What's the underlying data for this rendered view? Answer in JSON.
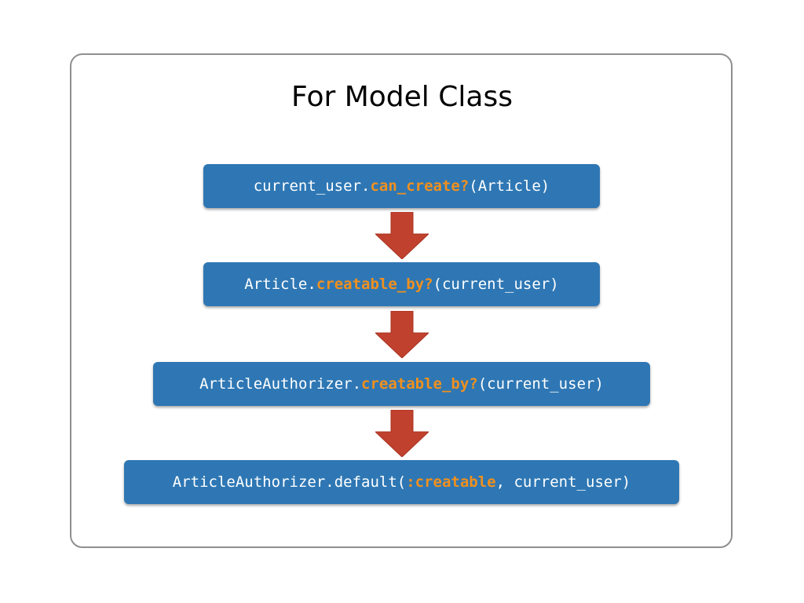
{
  "title": "For Model Class",
  "colors": {
    "box_fill": "#2e77b4",
    "highlight": "#f0901e",
    "arrow": "#c0412e"
  },
  "steps": [
    {
      "before": "current_user.",
      "highlight": "can_create?",
      "after": "(Article)"
    },
    {
      "before": "Article.",
      "highlight": "creatable_by?",
      "after": "(current_user)"
    },
    {
      "before": "ArticleAuthorizer.",
      "highlight": "creatable_by?",
      "after": "(current_user)"
    },
    {
      "before": "ArticleAuthorizer.default(",
      "highlight": ":creatable",
      "after": ", current_user)"
    }
  ],
  "arrow_icon": "arrow-down-icon"
}
